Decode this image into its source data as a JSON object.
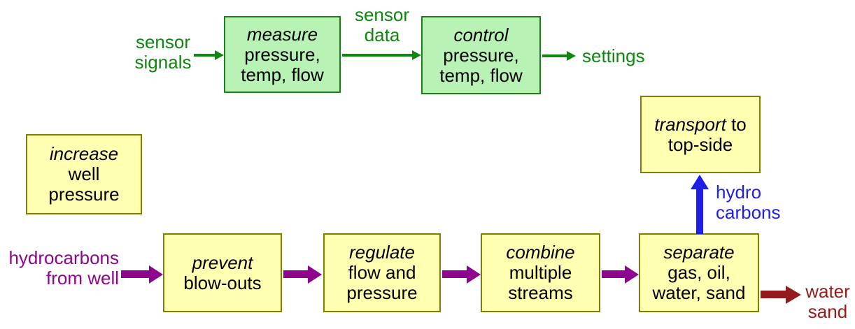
{
  "colors": {
    "green": "#0d870d",
    "green_border": "#1e7d1e",
    "green_fill": "#b8f2b4",
    "olive": "#808000",
    "yellow_fill": "#ffffb2",
    "purple": "#8d068d",
    "blue": "#1e1ee6",
    "dark_red": "#931b1b",
    "text": "#000000"
  },
  "sensor_loop": {
    "input_label": "sensor\nsignals",
    "measure_box": {
      "verb": "measure",
      "rest": "pressure,\ntemp, flow"
    },
    "data_label": "sensor\ndata",
    "control_box": {
      "verb": "control",
      "rest": "pressure,\ntemp, flow"
    },
    "output_label": "settings"
  },
  "process": {
    "increase_box": {
      "verb": "increase",
      "rest": "well\npressure"
    },
    "input_label": "hydrocarbons\nfrom well",
    "prevent_box": {
      "verb": "prevent",
      "rest": "blow-outs"
    },
    "regulate_box": {
      "verb": "regulate",
      "rest": "flow and\npressure"
    },
    "combine_box": {
      "verb": "combine",
      "rest": "multiple\nstreams"
    },
    "separate_box": {
      "verb": "separate",
      "rest": "gas, oil,\nwater, sand"
    },
    "transport_box": {
      "verb": "transport",
      "verb_suffix": " to",
      "rest": "top-side"
    },
    "hydrocarbons_label": "hydro\ncarbons",
    "water_sand_label": "water\nsand"
  }
}
